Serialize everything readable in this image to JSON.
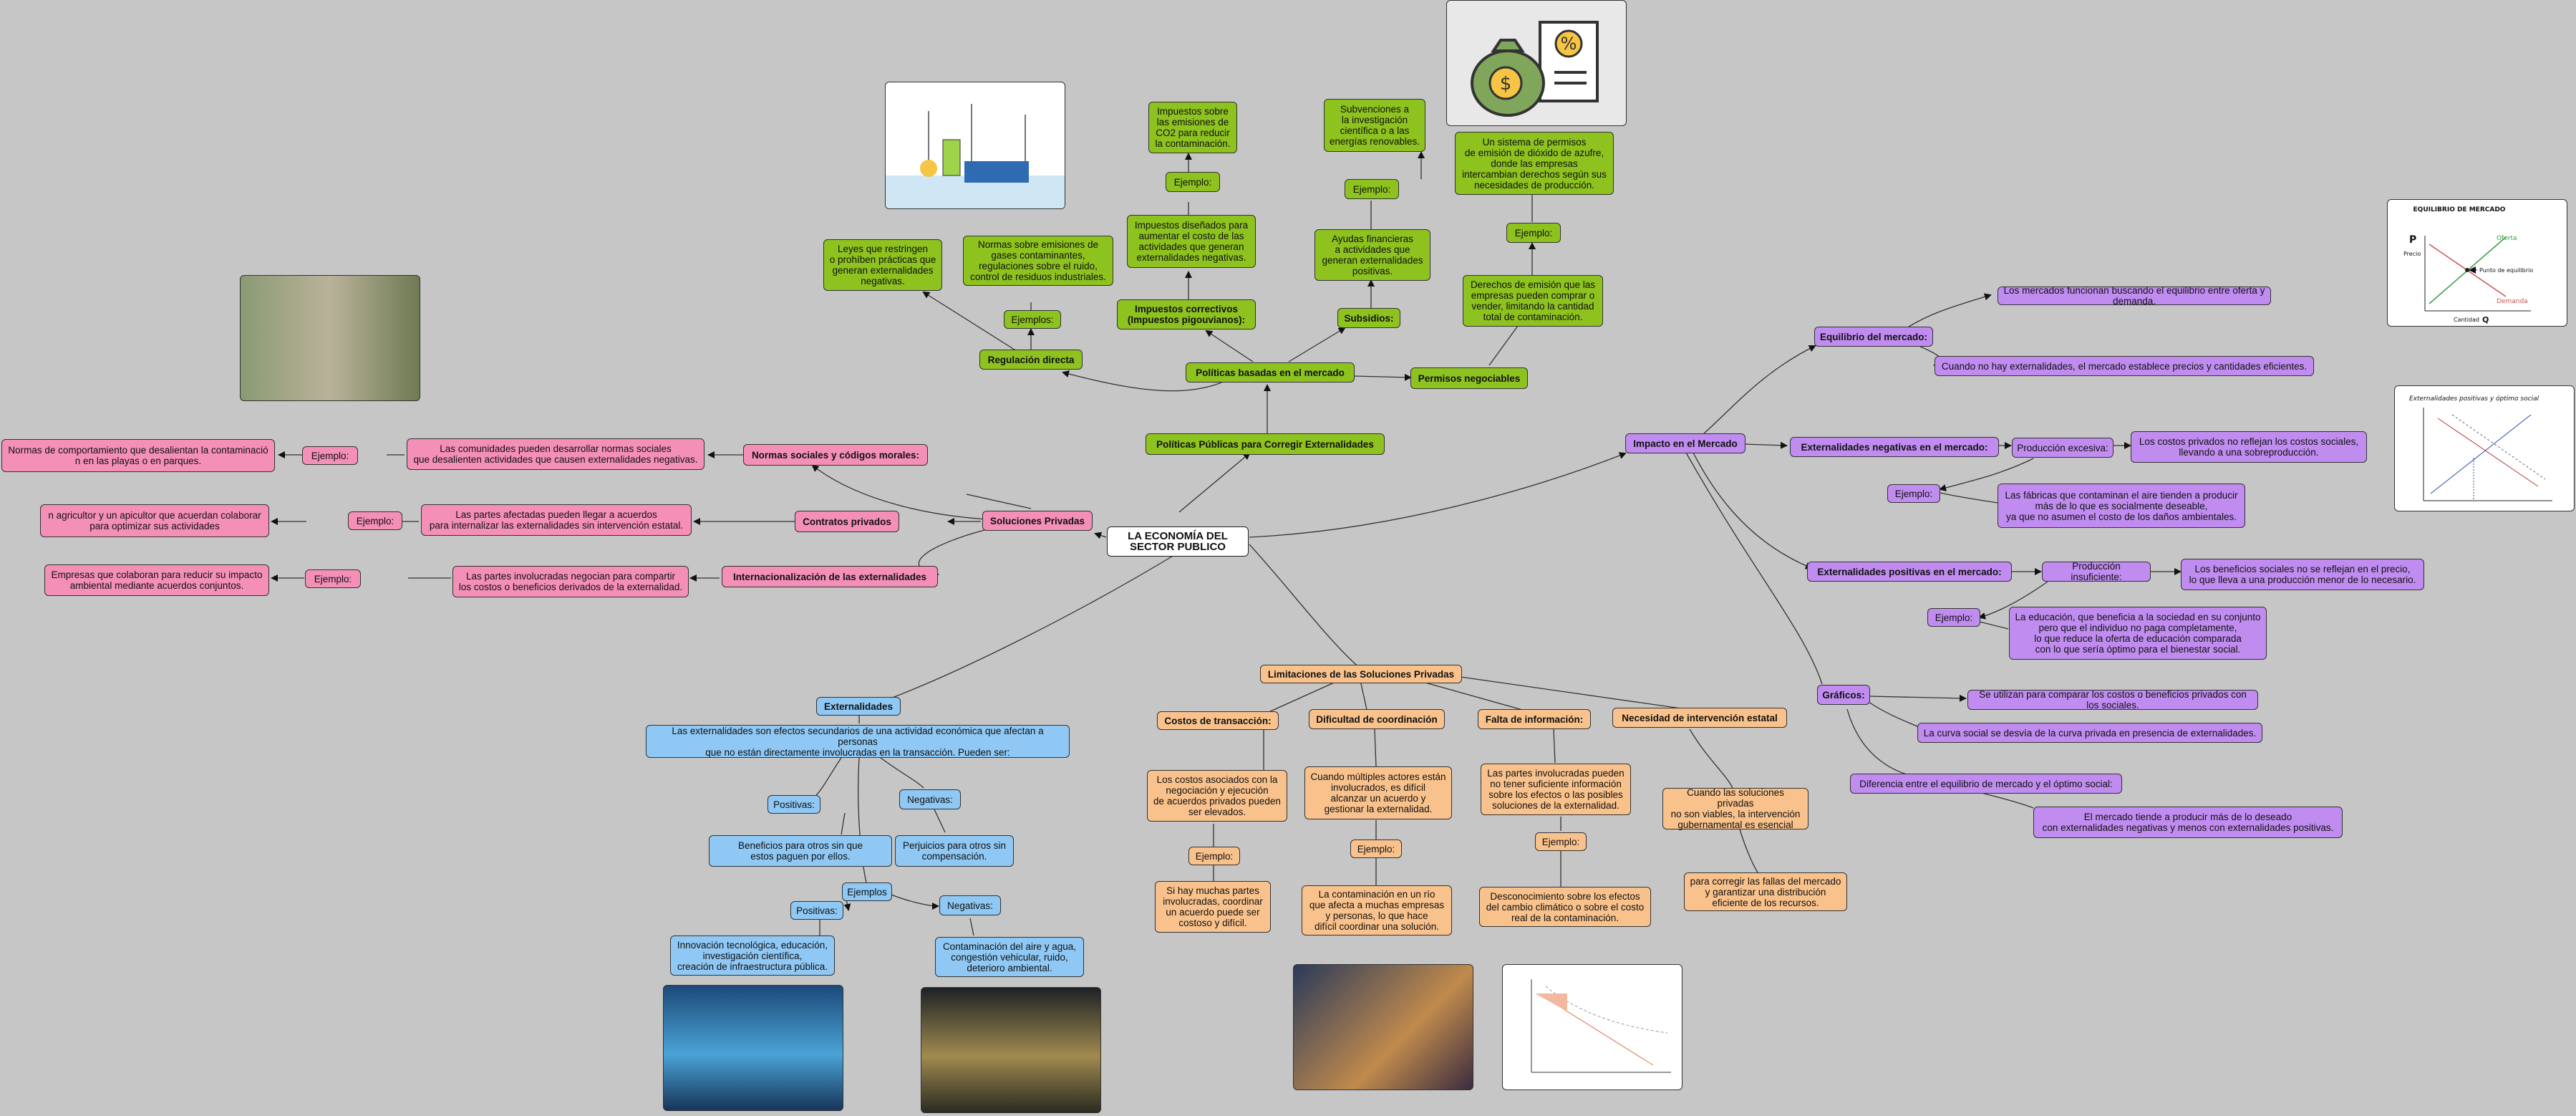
{
  "central": "LA ECONOMÍA DEL SECTOR PUBLICO",
  "politicas": {
    "main": "Políticas Públicas para Corregir Externalidades",
    "basadas": "Políticas basadas en el mercado",
    "regulacion": "Regulación directa",
    "reg_ejemplos": "Ejemplos:",
    "reg_leyes": "Leyes que restringen\no prohíben prácticas que\ngeneran externalidades\nnegativas.",
    "reg_normas": "Normas sobre emisiones de\ngases contaminantes,\nregulaciones sobre el ruido,\ncontrol de residuos industriales.",
    "impuestos": "Impuestos correctivos\n(Impuestos pigouvianos):",
    "imp_desc": "Impuestos diseñados para\naumentar el costo de las\nactividades que generan\nexternalidades negativas.",
    "imp_ejemplo": "Ejemplo:",
    "imp_ej_txt": "Impuestos sobre\nlas emisiones de\nCO2 para reducir\nla contaminación.",
    "subsidios": "Subsidios:",
    "sub_desc": "Ayudas financieras\na actividades que\ngeneran externalidades\npositivas.",
    "sub_ejemplo": "Ejemplo:",
    "sub_ej_txt": "Subvenciones a\nla investigación\ncientífica o a las\nenergías renovables.",
    "permisos": "Permisos negociables",
    "per_desc": "Derechos de emisión que las\nempresas pueden comprar o\nvender, limitando la cantidad\ntotal de contaminación.",
    "per_ejemplo": "Ejemplo:",
    "per_ej_txt": "Un sistema de permisos\nde emisión de dióxido de azufre,\ndonde las empresas\nintercambian derechos según sus\nnecesidades de producción."
  },
  "privadas": {
    "main": "Soluciones Privadas",
    "normas": "Normas sociales y códigos morales:",
    "normas_desc": "Las comunidades pueden desarrollar normas sociales\nque desalienten actividades que causen externalidades negativas.",
    "normas_ej": "Ejemplo:",
    "normas_ej_txt": "Normas de comportamiento que desalientan la contaminació\nn en las playas o en parques.",
    "contratos": "Contratos privados",
    "contratos_desc": "Las partes afectadas pueden llegar a acuerdos\npara internalizar las externalidades sin intervención estatal.",
    "contratos_ej": "Ejemplo:",
    "contratos_ej_txt": "n agricultor y un apicultor que acuerdan colaborar\npara optimizar sus actividades",
    "intern": "Internacionalización de las externalidades",
    "intern_desc": "Las partes involucradas negocian para compartir\nlos costos o beneficios derivados de la externalidad.",
    "intern_ej": "Ejemplo:",
    "intern_ej_txt": "Empresas que colaboran para reducir su impacto\nambiental mediante acuerdos conjuntos."
  },
  "externalidades": {
    "main": "Externalidades",
    "desc": "Las externalidades son efectos secundarios de una actividad económica que afectan a personas\nque no están directamente involucradas en la transacción. Pueden ser:",
    "positivas": "Positivas:",
    "positivas_desc": "Beneficios para otros sin que\nestos paguen por ellos.",
    "negativas": "Negativas:",
    "negativas_desc": "Perjuicios para otros sin\ncompensación.",
    "ejemplos": "Ejemplos",
    "ej_positivas": "Positivas:",
    "ej_positivas_txt": "Innovación tecnológica, educación,\ninvestigación científica,\ncreación de infraestructura pública.",
    "ej_negativas": "Negativas:",
    "ej_negativas_txt": "Contaminación del aire y agua,\ncongestión vehicular, ruido,\ndeterioro ambiental."
  },
  "limitaciones": {
    "main": "Limitaciones de las Soluciones Privadas",
    "costos": "Costos de transacción:",
    "costos_desc": "Los costos asociados con la\nnegociación y ejecución\nde acuerdos privados pueden\nser elevados.",
    "costos_ej": "Ejemplo:",
    "costos_ej_txt": "Si hay muchas partes\ninvolucradas, coordinar\nun acuerdo puede ser\ncostoso y difícil.",
    "coord": "Dificultad de coordinación",
    "coord_desc": "Cuando múltiples actores están\ninvolucrados, es difícil\nalcanzar un acuerdo y\ngestionar la externalidad.",
    "coord_ej": "Ejemplo:",
    "coord_ej_txt": "La contaminación en un río\nque afecta a muchas empresas\ny personas, lo que hace\ndifícil coordinar una solución.",
    "info": "Falta de información:",
    "info_desc": "Las partes involucradas pueden\nno tener suficiente información\nsobre los efectos o las posibles\nsoluciones de la externalidad.",
    "info_ej": "Ejemplo:",
    "info_ej_txt": "Desconocimiento sobre los efectos\ndel cambio climático o sobre el costo\nreal de la contaminación.",
    "necesidad": "Necesidad de intervención estatal",
    "nec_desc": "Cuando las soluciones privadas\nno son viables, la intervención\ngubernamental es esencial",
    "nec_txt": "para corregir las fallas del mercado\ny garantizar una distribución\neficiente de los recursos."
  },
  "mercado": {
    "main": "Impacto en el Mercado",
    "equilibrio": "Equilibrio del mercado:",
    "eq_1": "Los mercados funcionan buscando el equilibrio entre oferta y demanda.",
    "eq_2": "Cuando no hay externalidades, el mercado establece precios y cantidades eficientes.",
    "negativas": "Externalidades negativas en el mercado:",
    "prod_excesiva": "Producción excesiva:",
    "prod_excesiva_txt": "Los costos privados no reflejan los costos sociales,\nllevando a una sobreproducción.",
    "neg_ej": "Ejemplo:",
    "neg_ej_txt": "Las fábricas que contaminan el aire tienden a producir\nmás de lo que es socialmente deseable,\nya que no asumen el costo de los daños ambientales.",
    "positivas": "Externalidades positivas en el mercado:",
    "prod_insuf": "Producción insuficiente:",
    "prod_insuf_txt": "Los beneficios sociales no se reflejan en el precio,\nlo que lleva a una producción menor de lo necesario.",
    "pos_ej": "Ejemplo:",
    "pos_ej_txt": "La educación, que beneficia a la sociedad en su conjunto\npero que el individuo no paga completamente,\nlo que reduce la oferta de educación comparada\ncon lo que sería óptimo para el bienestar social.",
    "graficos": "Gráficos:",
    "graf_1": "Se utilizan para comparar los costos o beneficios privados con los sociales.",
    "graf_2": "La curva social se desvía de la curva privada en presencia de externalidades.",
    "diferencia": "Diferencia entre el equilibrio de mercado y el óptimo social:",
    "dif_txt": "El mercado tiende a producir más de lo deseado\ncon externalidades negativas y menos con externalidades positivas."
  },
  "chart_equilibrio": {
    "title": "EQUILIBRIO DE MERCADO",
    "p": "P",
    "precio": "Precio",
    "oferta": "Oferta",
    "demanda": "Demanda",
    "punto": "Punto de equilibrio",
    "cantidad": "Cantidad",
    "q": "Q"
  },
  "chart_externalidades": {
    "title": "Externalidades positivas y óptimo social"
  }
}
